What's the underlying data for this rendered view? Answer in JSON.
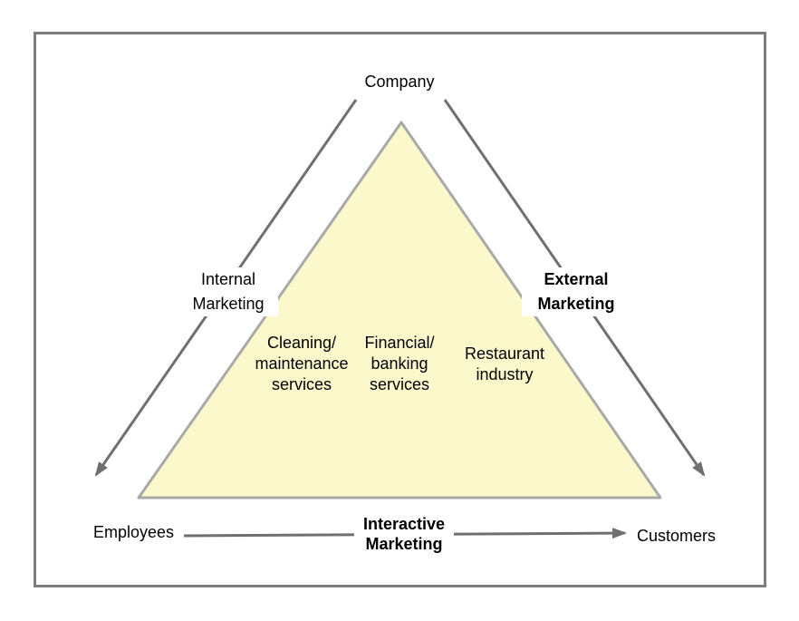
{
  "colors": {
    "frame_border": "#7d7d7d",
    "triangle_fill": "#fbf9cc",
    "triangle_border": "#a9a9a9",
    "arrow": "#6f6f6f",
    "text": "#000000",
    "bg": "#ffffff"
  },
  "nodes": {
    "company": "Company",
    "employees": "Employees",
    "customers": "Customers"
  },
  "marketing_types": {
    "internal": "Internal\nMarketing",
    "external": "External\nMarketing",
    "interactive": "Interactive\nMarketing"
  },
  "industries": {
    "cleaning": "Cleaning/\nmaintenance\nservices",
    "financial": "Financial/\nbanking\nservices",
    "restaurant": "Restaurant\nindustry"
  }
}
